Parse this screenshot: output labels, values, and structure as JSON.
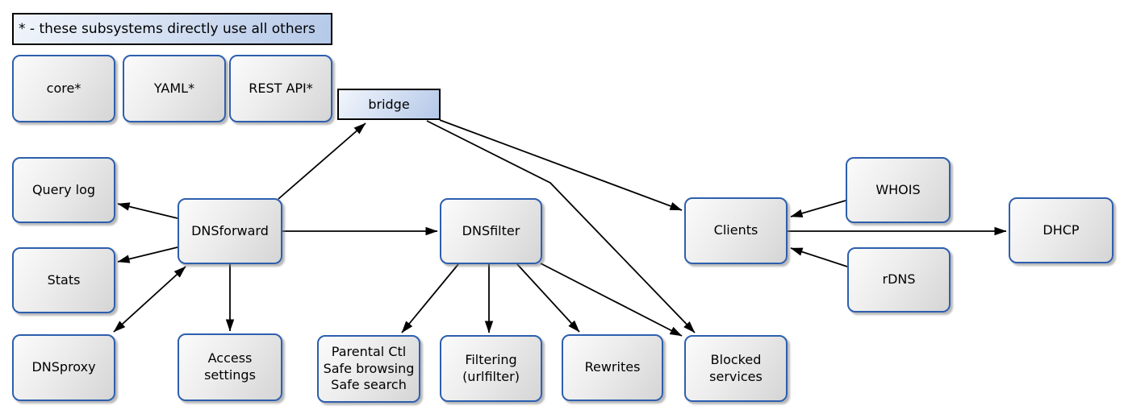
{
  "legend": {
    "label": "* - these subsystems directly use all others"
  },
  "nodes": {
    "core": {
      "label": "core*"
    },
    "yaml": {
      "label": "YAML*"
    },
    "rest_api": {
      "label": "REST API*"
    },
    "bridge": {
      "label": "bridge"
    },
    "query_log": {
      "label": "Query log"
    },
    "stats": {
      "label": "Stats"
    },
    "dnsproxy": {
      "label": "DNSproxy"
    },
    "dnsforward": {
      "label": "DNSforward"
    },
    "access_settings": {
      "label": "Access\nsettings"
    },
    "dnsfilter": {
      "label": "DNSfilter"
    },
    "parental": {
      "label": "Parental Ctl\nSafe browsing\nSafe search"
    },
    "filtering": {
      "label": "Filtering\n(urlfilter)"
    },
    "rewrites": {
      "label": "Rewrites"
    },
    "blocked_services": {
      "label": "Blocked\nservices"
    },
    "clients": {
      "label": "Clients"
    },
    "whois": {
      "label": "WHOIS"
    },
    "rdns": {
      "label": "rDNS"
    },
    "dhcp": {
      "label": "DHCP"
    }
  },
  "edges": [
    {
      "from": "dnsforward",
      "to": "bridge",
      "direction": "one-way"
    },
    {
      "from": "bridge",
      "to": "clients",
      "direction": "one-way"
    },
    {
      "from": "bridge",
      "to": "blocked_services",
      "direction": "one-way"
    },
    {
      "from": "dnsforward",
      "to": "query_log",
      "direction": "one-way"
    },
    {
      "from": "dnsforward",
      "to": "stats",
      "direction": "one-way"
    },
    {
      "from": "dnsforward",
      "to": "dnsproxy",
      "direction": "two-way"
    },
    {
      "from": "dnsforward",
      "to": "access_settings",
      "direction": "one-way"
    },
    {
      "from": "dnsforward",
      "to": "dnsfilter",
      "direction": "one-way"
    },
    {
      "from": "dnsfilter",
      "to": "parental",
      "direction": "one-way"
    },
    {
      "from": "dnsfilter",
      "to": "filtering",
      "direction": "one-way"
    },
    {
      "from": "dnsfilter",
      "to": "rewrites",
      "direction": "one-way"
    },
    {
      "from": "dnsfilter",
      "to": "blocked_services",
      "direction": "one-way"
    },
    {
      "from": "whois",
      "to": "clients",
      "direction": "one-way"
    },
    {
      "from": "rdns",
      "to": "clients",
      "direction": "one-way"
    },
    {
      "from": "clients",
      "to": "dhcp",
      "direction": "one-way"
    }
  ],
  "colors": {
    "node_border": "#2d5fae",
    "node_fill_light": "#fbfbfb",
    "node_fill_dark": "#d5d5d5",
    "blue_fill_light": "#f2f6fc",
    "blue_fill_dark": "#b4c8e8",
    "blue_box_border": "#000000",
    "arrow": "#000000",
    "background": "#ffffff"
  }
}
